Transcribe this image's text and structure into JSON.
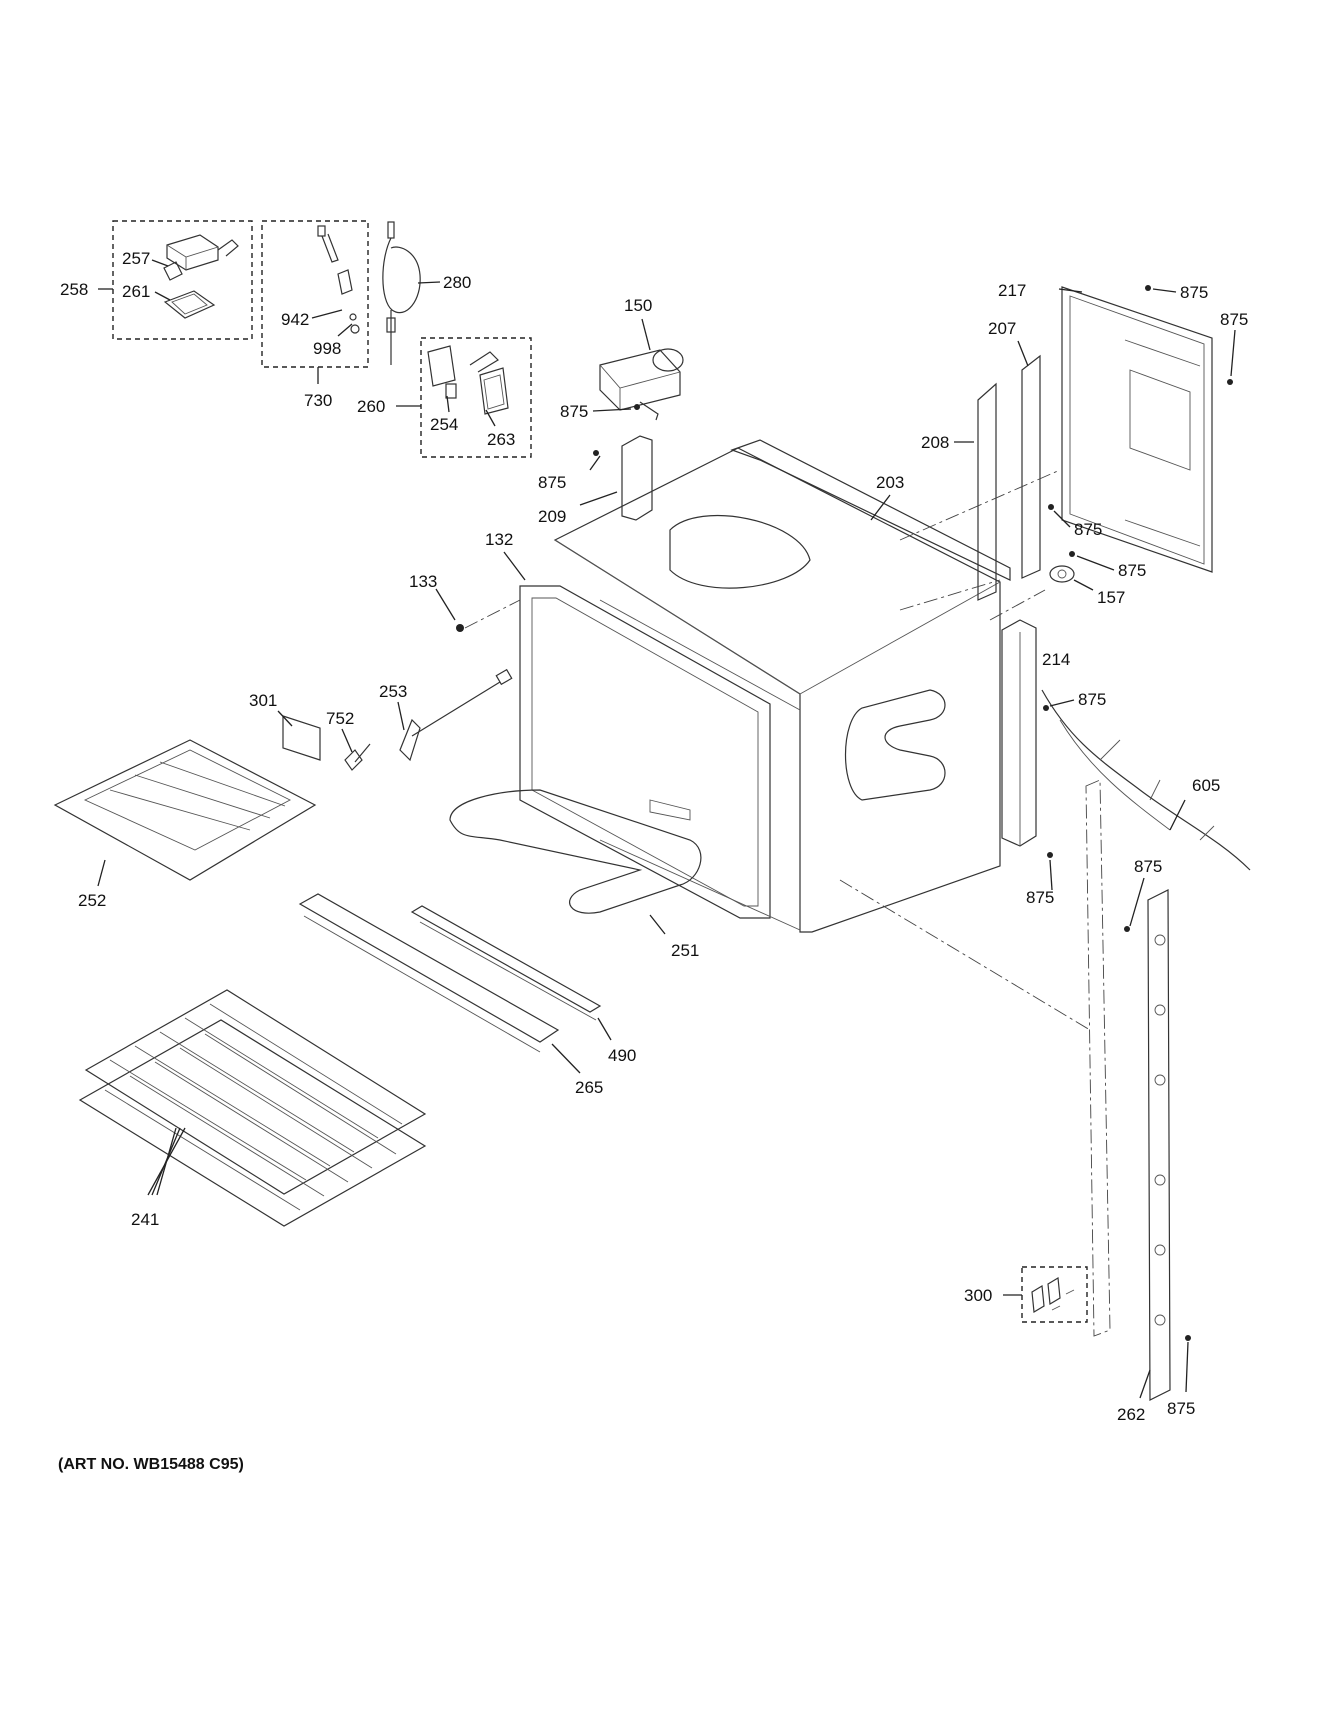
{
  "art_number": "(ART NO. WB15488 C95)",
  "callouts": [
    {
      "id": "c257",
      "text": "257"
    },
    {
      "id": "c258",
      "text": "258"
    },
    {
      "id": "c261",
      "text": "261"
    },
    {
      "id": "c942",
      "text": "942"
    },
    {
      "id": "c998",
      "text": "998"
    },
    {
      "id": "c730",
      "text": "730"
    },
    {
      "id": "c280",
      "text": "280"
    },
    {
      "id": "c260",
      "text": "260"
    },
    {
      "id": "c254",
      "text": "254"
    },
    {
      "id": "c263",
      "text": "263"
    },
    {
      "id": "c150",
      "text": "150"
    },
    {
      "id": "c875a",
      "text": "875"
    },
    {
      "id": "c875b",
      "text": "875"
    },
    {
      "id": "c209",
      "text": "209"
    },
    {
      "id": "c132",
      "text": "132"
    },
    {
      "id": "c133",
      "text": "133"
    },
    {
      "id": "c203",
      "text": "203"
    },
    {
      "id": "c208",
      "text": "208"
    },
    {
      "id": "c207",
      "text": "207"
    },
    {
      "id": "c217",
      "text": "217"
    },
    {
      "id": "c875c",
      "text": "875"
    },
    {
      "id": "c875d",
      "text": "875"
    },
    {
      "id": "c875e",
      "text": "875"
    },
    {
      "id": "c875f",
      "text": "875"
    },
    {
      "id": "c157",
      "text": "157"
    },
    {
      "id": "c214",
      "text": "214"
    },
    {
      "id": "c875g",
      "text": "875"
    },
    {
      "id": "c605",
      "text": "605"
    },
    {
      "id": "c875h",
      "text": "875"
    },
    {
      "id": "c875i",
      "text": "875"
    },
    {
      "id": "c301",
      "text": "301"
    },
    {
      "id": "c752",
      "text": "752"
    },
    {
      "id": "c253",
      "text": "253"
    },
    {
      "id": "c252",
      "text": "252"
    },
    {
      "id": "c251",
      "text": "251"
    },
    {
      "id": "c490",
      "text": "490"
    },
    {
      "id": "c265",
      "text": "265"
    },
    {
      "id": "c241",
      "text": "241"
    },
    {
      "id": "c300",
      "text": "300"
    },
    {
      "id": "c262",
      "text": "262"
    },
    {
      "id": "c875j",
      "text": "875"
    }
  ]
}
